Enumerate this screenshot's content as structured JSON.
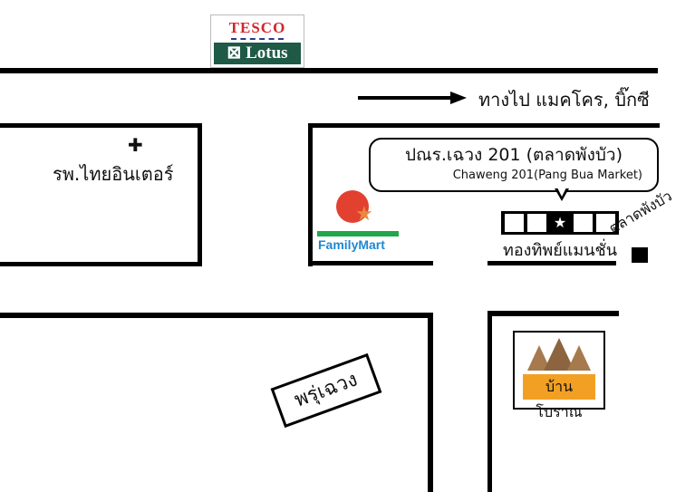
{
  "landmarks": {
    "tesco": {
      "brand": "TESCO",
      "sub": "Lotus"
    },
    "direction": "ทางไป แมคโคร, บิ๊กซี",
    "hospital": "รพ.ไทยอินเตอร์",
    "destination": {
      "thai": "ปณร.เฉวง 201 (ตลาดพังบัว)",
      "english": "Chaweng 201(Pang Bua Market)"
    },
    "familymart": "FamilyMart",
    "gold_shop": "ทองทิพย์แมนชั่น",
    "market": "ตลาดพังบัว",
    "road_sign": "พรุ่เฉวง",
    "ban_boran": "บ้านโบราณ"
  },
  "colors": {
    "familymart_green": "#1fa84a",
    "familymart_blue": "#1e88d0",
    "ban_boran_orange": "#f2a024",
    "tesco_red": "#d0262d",
    "lotus_green": "#1e5a46"
  }
}
